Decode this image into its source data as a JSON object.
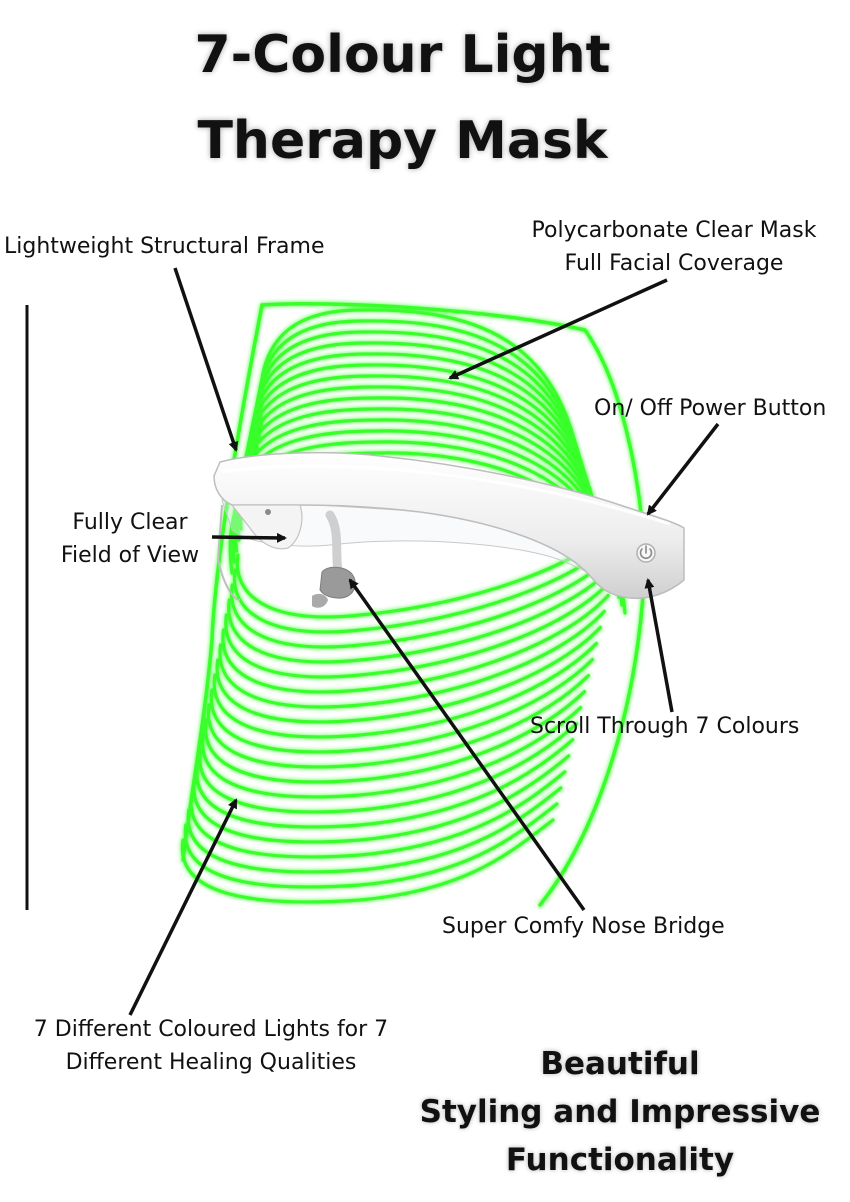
{
  "title": {
    "line1": "7-Colour Light",
    "line2": "Therapy Mask"
  },
  "labels": {
    "frame": "Lightweight Structural Frame",
    "mask_line1": "Polycarbonate Clear Mask",
    "mask_line2": "Full Facial Coverage",
    "power": "On/ Off Power Button",
    "view_line1": "Fully Clear",
    "view_line2": "Field of View",
    "scroll": "Scroll Through 7 Colours",
    "nose": "Super Comfy Nose Bridge",
    "lights_line1": "7 Different Coloured Lights for 7",
    "lights_line2": "Different Healing Qualities"
  },
  "tagline": {
    "line1": "Beautiful",
    "line2": "Styling and Impressive",
    "line3": "Functionality"
  },
  "colors": {
    "led": "#39ff2a",
    "frame": "#f2f2f2",
    "text": "#111111",
    "bridge": "#9a9a9a"
  }
}
